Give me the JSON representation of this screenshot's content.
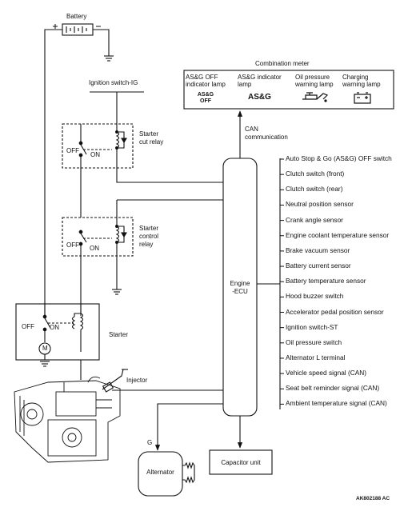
{
  "labels": {
    "battery": "Battery",
    "ignition_switch_ig": "Ignition switch-IG",
    "starter_cut_relay_1": "Starter",
    "starter_cut_relay_2": "cut relay",
    "starter_control_relay_1": "Starter",
    "starter_control_relay_2": "control",
    "starter_control_relay_3": "relay",
    "starter": "Starter",
    "injector": "Injector",
    "alternator": "Alternator",
    "alternator_terminal": "G",
    "capacitor_unit": "Capacitor unit",
    "engine_ecu_1": "Engine",
    "engine_ecu_2": "-ECU",
    "can_comm_1": "CAN",
    "can_comm_2": "communication",
    "combination_meter": "Combination meter",
    "off": "OFF",
    "on": "ON",
    "motor": "M",
    "figure_code": "AK802188 AC"
  },
  "meter_items": [
    {
      "line1": "AS&G OFF",
      "line2": "indicator lamp",
      "symbol": "AS&G OFF",
      "symbol_type": "text"
    },
    {
      "line1": "AS&G indicator",
      "line2": "lamp",
      "symbol": "AS&G",
      "symbol_type": "text"
    },
    {
      "line1": "Oil pressure",
      "line2": "warning lamp",
      "symbol": "oil-can-icon",
      "symbol_type": "icon"
    },
    {
      "line1": "Charging",
      "line2": "warning lamp",
      "symbol": "battery-icon",
      "symbol_type": "icon"
    }
  ],
  "ecu_inputs": [
    "Auto Stop & Go (AS&G) OFF switch",
    "Clutch switch (front)",
    "Clutch switch (rear)",
    "Neutral position sensor",
    "Crank angle sensor",
    "Engine coolant temperature sensor",
    "Brake vacuum sensor",
    "Battery current sensor",
    "Battery temperature sensor",
    "Hood buzzer switch",
    "Accelerator pedal position sensor",
    "Ignition switch-ST",
    "Oil pressure switch",
    "Alternator L terminal",
    "Vehicle speed signal (CAN)",
    "Seat belt reminder signal (CAN)",
    "Ambient temperature signal (CAN)"
  ]
}
